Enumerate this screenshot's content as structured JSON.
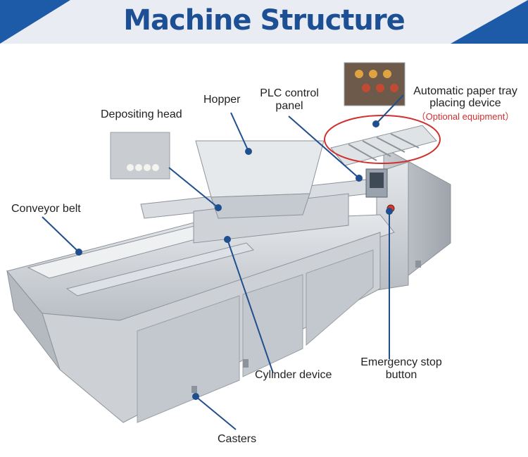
{
  "header": {
    "title": "Machine Structure"
  },
  "labels": {
    "hopper": "Hopper",
    "plc_line1": "PLC control",
    "plc_line2": "panel",
    "depositing_head": "Depositing head",
    "paper_tray_line1": "Automatic paper tray",
    "paper_tray_line2": "placing device",
    "optional": "（Optional equipment）",
    "conveyor_belt": "Conveyor belt",
    "emergency_line1": "Emergency stop",
    "emergency_line2": "button",
    "cylinder": "Cylinder device",
    "casters": "Casters"
  },
  "colors": {
    "brand_blue": "#1d5aa8",
    "callout_line": "#1f4f8f",
    "optional_red": "#d03030"
  }
}
